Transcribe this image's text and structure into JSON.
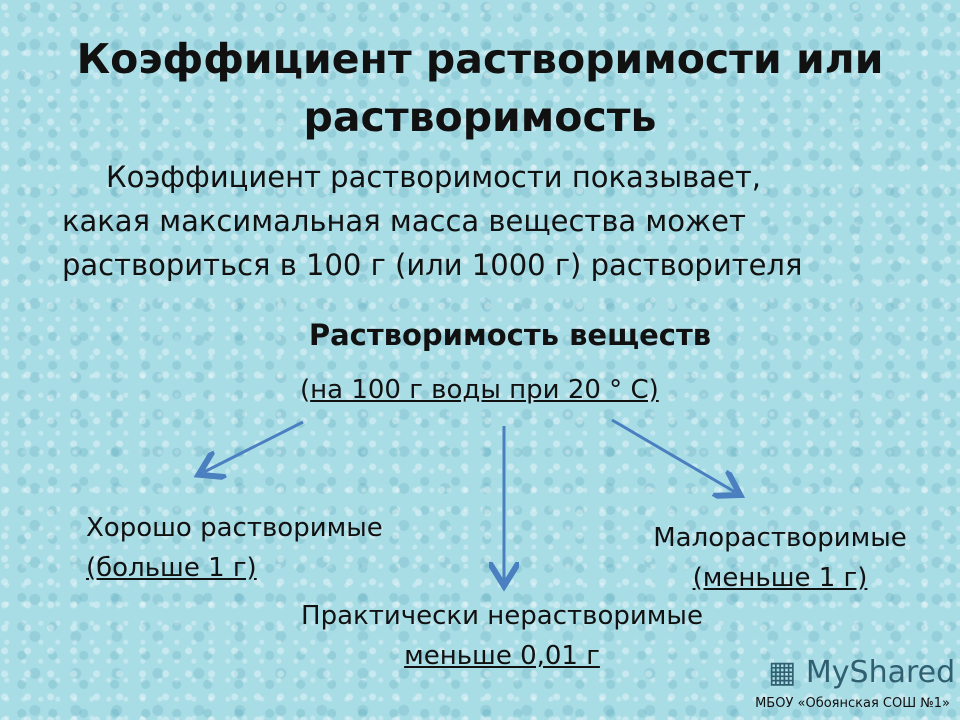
{
  "slide": {
    "title": "Коэффициент растворимости или растворимость",
    "definition_line1": "Коэффициент растворимости показывает,",
    "definition_line2": "какая максимальная масса вещества может",
    "definition_line3": "раствориться в 100 г (или 1000 г) растворителя",
    "subtitle": "Растворимость веществ",
    "condition_open": "(",
    "condition": "на 100 г воды при 20 ° С)",
    "categories": [
      {
        "name": "Хорошо растворимые",
        "value": "(больше 1 г)"
      },
      {
        "name": "Практически нерастворимые",
        "value": "меньше 0,01 г"
      },
      {
        "name": "Малорастворимые",
        "value": "(меньше 1 г)"
      }
    ],
    "arrow_color": "#4a7fc0",
    "credit": "МБОУ «Обоянская СОШ №1»",
    "watermark": "MyShared"
  }
}
